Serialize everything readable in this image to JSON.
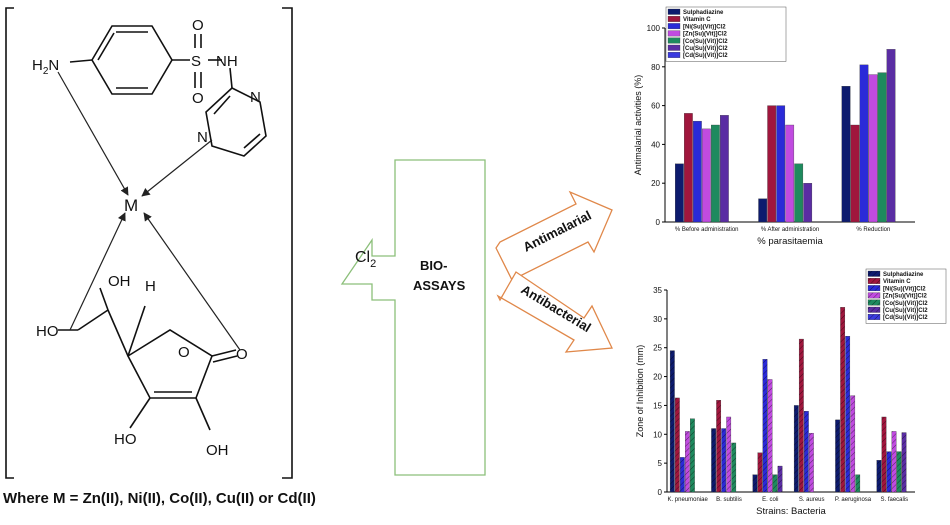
{
  "structure": {
    "caption": "Where M = Zn(II), Ni(II), Co(II), Cu(II) or Cd(II)",
    "metal": "M",
    "cl2": "Cl",
    "cl2_sub": "2",
    "labels": {
      "h2n_h": "H",
      "h2n_sub": "2",
      "h2n_n": "N",
      "s": "S",
      "o_top": "O",
      "o_bottom": "O",
      "nh": "NH",
      "n_ring_right": "N",
      "n_ring_left": "N",
      "oh_top": "OH",
      "h_top": "H",
      "ho_left": "HO",
      "o_ring": "O",
      "o_carbonyl": "O",
      "ho_bottom_left": "HO",
      "oh_bottom_right": "OH"
    }
  },
  "center": {
    "bioassays_line1": "BIO-",
    "bioassays_line2": "ASSAYS",
    "antimalarial": "Antimalarial",
    "antibacterial": "Antibacterial"
  },
  "series_colors": [
    "#0d1b6e",
    "#a0163d",
    "#2a2ad8",
    "#c04be0",
    "#1e8a5e",
    "#5a2da3",
    "#3a3ae0"
  ],
  "chart_data": [
    {
      "type": "bar",
      "title": "",
      "xlabel": "% parasitaemia",
      "ylabel": "Antimalarial activities (%)",
      "ylim": [
        0,
        100
      ],
      "yticks": [
        0,
        20,
        40,
        60,
        80,
        100
      ],
      "categories": [
        "% Before administration",
        "% After administration",
        "% Reduction"
      ],
      "legend_position": "top-left",
      "series": [
        {
          "name": "Sulphadiazine",
          "values": [
            30,
            12,
            70
          ]
        },
        {
          "name": "Vitamin C",
          "values": [
            56,
            60,
            50
          ]
        },
        {
          "name": "[Ni(Su)(Vit)]Cl2",
          "values": [
            52,
            60,
            81
          ]
        },
        {
          "name": "[Zn(Su)(Vit)]Cl2",
          "values": [
            48,
            50,
            76
          ]
        },
        {
          "name": "[Co(Su)(Vit)]Cl2",
          "values": [
            50,
            30,
            77
          ]
        },
        {
          "name": "[Cu(Su)(Vit)]Cl2",
          "values": [
            55,
            20,
            89
          ]
        },
        {
          "name": "[Cd(Su)(Vit)]Cl2",
          "values": [
            null,
            null,
            null
          ]
        }
      ]
    },
    {
      "type": "bar",
      "title": "",
      "xlabel": "Strains: Bacteria",
      "ylabel": "Zone of Inhibition (mm)",
      "ylim": [
        0,
        35
      ],
      "yticks": [
        0,
        5,
        10,
        15,
        20,
        25,
        30,
        35
      ],
      "categories": [
        "K. pneumoniae",
        "B. subtilis",
        "E. coli",
        "S. aureus",
        "P. aeruginosa",
        "S. faecalis"
      ],
      "legend_position": "top-right",
      "series": [
        {
          "name": "Sulphadiazine",
          "values": [
            24.5,
            11,
            3,
            15,
            12.5,
            5.5
          ]
        },
        {
          "name": "Vitamin C",
          "values": [
            16.3,
            15.9,
            6.8,
            26.5,
            32,
            13
          ]
        },
        {
          "name": "[Ni(Su)(Vit)]Cl2",
          "values": [
            6,
            11,
            23,
            14,
            27,
            7
          ]
        },
        {
          "name": "[Zn(Su)(Vit)]Cl2",
          "values": [
            10.5,
            13,
            19.5,
            10.2,
            16.7,
            10.5
          ]
        },
        {
          "name": "[Co(Su)(Vit)]Cl2",
          "values": [
            12.7,
            8.5,
            3,
            null,
            3,
            7
          ]
        },
        {
          "name": "[Cu(Su)(Vit)]Cl2",
          "values": [
            null,
            null,
            4.5,
            null,
            null,
            10.3
          ]
        },
        {
          "name": "[Cd(Su)(Vit)]Cl2",
          "values": [
            null,
            null,
            null,
            null,
            null,
            null
          ]
        }
      ]
    }
  ]
}
